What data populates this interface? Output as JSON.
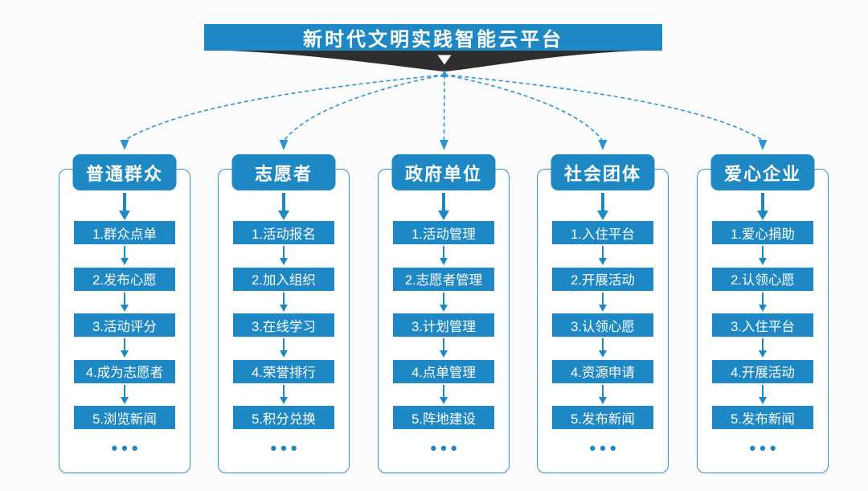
{
  "title": "新时代文明实践智能云平台",
  "colors": {
    "primary_blue": "#1E88C5",
    "connector_blue": "#2E93D2",
    "banner_dark": "#2E2E2E",
    "background": "#FCFCFC",
    "text_on_blue": "#FFFFFF"
  },
  "columns": [
    {
      "header": "普通群众",
      "items": [
        "1.群众点单",
        "2.发布心愿",
        "3.活动评分",
        "4.成为志愿者",
        "5.浏览新闻"
      ],
      "more": "•••"
    },
    {
      "header": "志愿者",
      "items": [
        "1.活动报名",
        "2.加入组织",
        "3.在线学习",
        "4.荣誉排行",
        "5.积分兑换"
      ],
      "more": "•••"
    },
    {
      "header": "政府单位",
      "items": [
        "1.活动管理",
        "2.志愿者管理",
        "3.计划管理",
        "4.点单管理",
        "5.阵地建设"
      ],
      "more": "•••"
    },
    {
      "header": "社会团体",
      "items": [
        "1.入住平台",
        "2.开展活动",
        "3.认领心愿",
        "4.资源申请",
        "5.发布新闻"
      ],
      "more": "•••"
    },
    {
      "header": "爱心企业",
      "items": [
        "1.爱心捐助",
        "2.认领心愿",
        "3.入住平台",
        "4.开展活动",
        "5.发布新闻"
      ],
      "more": "•••"
    }
  ]
}
